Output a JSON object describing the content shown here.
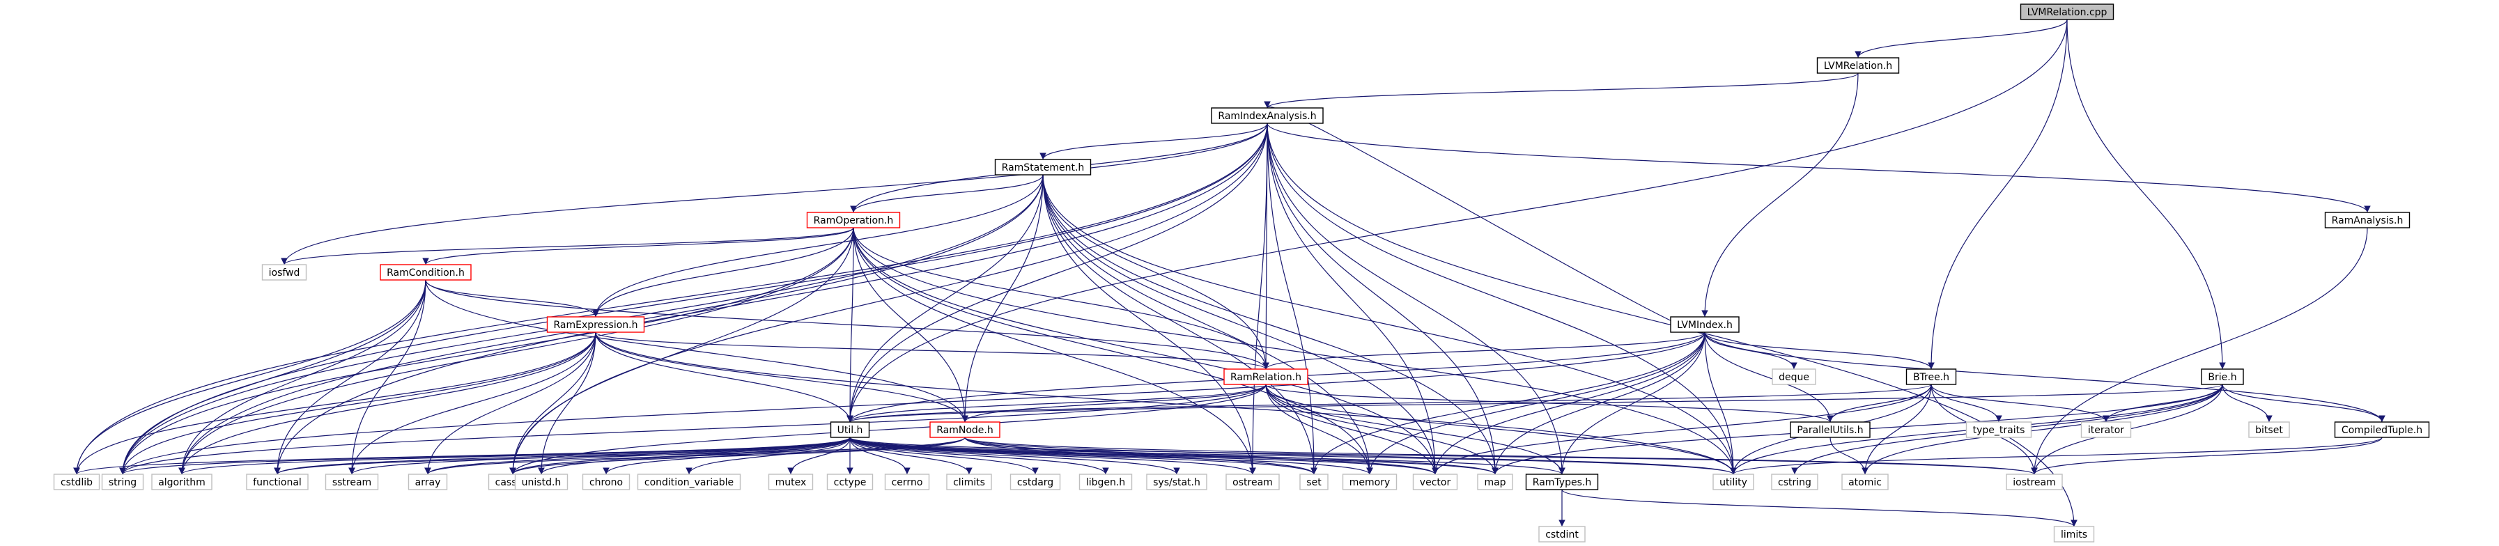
{
  "diagram": {
    "colors": {
      "edge": "#191970",
      "text": "#000000",
      "root_fill": "#bfbfbf",
      "root_border": "#000000",
      "doc_border": "#000000",
      "truncated_border": "#ff0000",
      "external_border": "#bfbfbf"
    },
    "nodes": [
      {
        "id": "LVMRelation.cpp",
        "label": "LVMRelation.cpp",
        "kind": "root"
      },
      {
        "id": "LVMRelation.h",
        "label": "LVMRelation.h",
        "kind": "doc"
      },
      {
        "id": "RamIndexAnalysis.h",
        "label": "RamIndexAnalysis.h",
        "kind": "doc"
      },
      {
        "id": "RamStatement.h",
        "label": "RamStatement.h",
        "kind": "doc"
      },
      {
        "id": "RamOperation.h",
        "label": "RamOperation.h",
        "kind": "truncated"
      },
      {
        "id": "RamCondition.h",
        "label": "RamCondition.h",
        "kind": "truncated"
      },
      {
        "id": "RamExpression.h",
        "label": "RamExpression.h",
        "kind": "truncated"
      },
      {
        "id": "RamRelation.h",
        "label": "RamRelation.h",
        "kind": "truncated"
      },
      {
        "id": "RamNode.h",
        "label": "RamNode.h",
        "kind": "truncated"
      },
      {
        "id": "Util.h",
        "label": "Util.h",
        "kind": "doc"
      },
      {
        "id": "LVMIndex.h",
        "label": "LVMIndex.h",
        "kind": "doc"
      },
      {
        "id": "BTree.h",
        "label": "BTree.h",
        "kind": "doc"
      },
      {
        "id": "Brie.h",
        "label": "Brie.h",
        "kind": "doc"
      },
      {
        "id": "ParallelUtils.h",
        "label": "ParallelUtils.h",
        "kind": "doc"
      },
      {
        "id": "CompiledTuple.h",
        "label": "CompiledTuple.h",
        "kind": "doc"
      },
      {
        "id": "RamAnalysis.h",
        "label": "RamAnalysis.h",
        "kind": "doc"
      },
      {
        "id": "RamTypes.h",
        "label": "RamTypes.h",
        "kind": "doc"
      },
      {
        "id": "iosfwd",
        "label": "iosfwd",
        "kind": "ext"
      },
      {
        "id": "deque",
        "label": "deque",
        "kind": "ext"
      },
      {
        "id": "type_traits",
        "label": "type_traits",
        "kind": "ext"
      },
      {
        "id": "iterator",
        "label": "iterator",
        "kind": "ext"
      },
      {
        "id": "bitset",
        "label": "bitset",
        "kind": "ext"
      },
      {
        "id": "cstdlib",
        "label": "cstdlib",
        "kind": "ext"
      },
      {
        "id": "string",
        "label": "string",
        "kind": "ext"
      },
      {
        "id": "algorithm",
        "label": "algorithm",
        "kind": "ext"
      },
      {
        "id": "functional",
        "label": "functional",
        "kind": "ext"
      },
      {
        "id": "sstream",
        "label": "sstream",
        "kind": "ext"
      },
      {
        "id": "array",
        "label": "array",
        "kind": "ext"
      },
      {
        "id": "cassert",
        "label": "cassert",
        "kind": "ext"
      },
      {
        "id": "unistd.h",
        "label": "unistd.h",
        "kind": "ext"
      },
      {
        "id": "chrono",
        "label": "chrono",
        "kind": "ext"
      },
      {
        "id": "condition_variable",
        "label": "condition_variable",
        "kind": "ext"
      },
      {
        "id": "mutex",
        "label": "mutex",
        "kind": "ext"
      },
      {
        "id": "cctype",
        "label": "cctype",
        "kind": "ext"
      },
      {
        "id": "cerrno",
        "label": "cerrno",
        "kind": "ext"
      },
      {
        "id": "climits",
        "label": "climits",
        "kind": "ext"
      },
      {
        "id": "cstdarg",
        "label": "cstdarg",
        "kind": "ext"
      },
      {
        "id": "libgen.h",
        "label": "libgen.h",
        "kind": "ext"
      },
      {
        "id": "sys/stat.h",
        "label": "sys/stat.h",
        "kind": "ext"
      },
      {
        "id": "ostream",
        "label": "ostream",
        "kind": "ext"
      },
      {
        "id": "set",
        "label": "set",
        "kind": "ext"
      },
      {
        "id": "memory",
        "label": "memory",
        "kind": "ext"
      },
      {
        "id": "vector",
        "label": "vector",
        "kind": "ext"
      },
      {
        "id": "map",
        "label": "map",
        "kind": "ext"
      },
      {
        "id": "utility",
        "label": "utility",
        "kind": "ext"
      },
      {
        "id": "cstring",
        "label": "cstring",
        "kind": "ext"
      },
      {
        "id": "atomic",
        "label": "atomic",
        "kind": "ext"
      },
      {
        "id": "iostream",
        "label": "iostream",
        "kind": "ext"
      },
      {
        "id": "cstdint",
        "label": "cstdint",
        "kind": "ext"
      },
      {
        "id": "limits",
        "label": "limits",
        "kind": "ext"
      }
    ],
    "edges": [
      [
        "LVMRelation.cpp",
        "LVMRelation.h"
      ],
      [
        "LVMRelation.cpp",
        "Util.h"
      ],
      [
        "LVMRelation.cpp",
        "BTree.h"
      ],
      [
        "LVMRelation.cpp",
        "Brie.h"
      ],
      [
        "LVMRelation.h",
        "RamIndexAnalysis.h"
      ],
      [
        "LVMRelation.h",
        "LVMIndex.h"
      ],
      [
        "RamIndexAnalysis.h",
        "RamStatement.h"
      ],
      [
        "RamIndexAnalysis.h",
        "RamOperation.h"
      ],
      [
        "RamIndexAnalysis.h",
        "RamRelation.h"
      ],
      [
        "RamIndexAnalysis.h",
        "RamAnalysis.h"
      ],
      [
        "RamIndexAnalysis.h",
        "RamTypes.h"
      ],
      [
        "RamIndexAnalysis.h",
        "Util.h"
      ],
      [
        "RamIndexAnalysis.h",
        "iosfwd"
      ],
      [
        "RamIndexAnalysis.h",
        "cstdlib"
      ],
      [
        "RamIndexAnalysis.h",
        "string"
      ],
      [
        "RamIndexAnalysis.h",
        "functional"
      ],
      [
        "RamIndexAnalysis.h",
        "cassert"
      ],
      [
        "RamIndexAnalysis.h",
        "ostream"
      ],
      [
        "RamIndexAnalysis.h",
        "set"
      ],
      [
        "RamIndexAnalysis.h",
        "vector"
      ],
      [
        "RamIndexAnalysis.h",
        "map"
      ],
      [
        "RamIndexAnalysis.h",
        "utility"
      ],
      [
        "RamIndexAnalysis.h",
        "limits"
      ],
      [
        "RamStatement.h",
        "RamOperation.h"
      ],
      [
        "RamStatement.h",
        "RamExpression.h"
      ],
      [
        "RamStatement.h",
        "RamRelation.h"
      ],
      [
        "RamStatement.h",
        "RamNode.h"
      ],
      [
        "RamStatement.h",
        "Util.h"
      ],
      [
        "RamStatement.h",
        "string"
      ],
      [
        "RamStatement.h",
        "algorithm"
      ],
      [
        "RamStatement.h",
        "ostream"
      ],
      [
        "RamStatement.h",
        "set"
      ],
      [
        "RamStatement.h",
        "vector"
      ],
      [
        "RamStatement.h",
        "memory"
      ],
      [
        "RamStatement.h",
        "map"
      ],
      [
        "RamStatement.h",
        "utility"
      ],
      [
        "RamOperation.h",
        "RamCondition.h"
      ],
      [
        "RamOperation.h",
        "RamExpression.h"
      ],
      [
        "RamOperation.h",
        "RamRelation.h"
      ],
      [
        "RamOperation.h",
        "RamNode.h"
      ],
      [
        "RamOperation.h",
        "Util.h"
      ],
      [
        "RamOperation.h",
        "iosfwd"
      ],
      [
        "RamOperation.h",
        "string"
      ],
      [
        "RamOperation.h",
        "cassert"
      ],
      [
        "RamOperation.h",
        "vector"
      ],
      [
        "RamOperation.h",
        "memory"
      ],
      [
        "RamOperation.h",
        "utility"
      ],
      [
        "RamOperation.h",
        "algorithm"
      ],
      [
        "RamOperation.h",
        "ostream"
      ],
      [
        "RamCondition.h",
        "RamExpression.h"
      ],
      [
        "RamCondition.h",
        "RamRelation.h"
      ],
      [
        "RamCondition.h",
        "RamNode.h"
      ],
      [
        "RamCondition.h",
        "cstdlib"
      ],
      [
        "RamCondition.h",
        "string"
      ],
      [
        "RamCondition.h",
        "algorithm"
      ],
      [
        "RamCondition.h",
        "sstream"
      ],
      [
        "RamCondition.h",
        "functional"
      ],
      [
        "RamExpression.h",
        "RamRelation.h"
      ],
      [
        "RamExpression.h",
        "RamNode.h"
      ],
      [
        "RamExpression.h",
        "Util.h"
      ],
      [
        "RamExpression.h",
        "cstdlib"
      ],
      [
        "RamExpression.h",
        "string"
      ],
      [
        "RamExpression.h",
        "algorithm"
      ],
      [
        "RamExpression.h",
        "array"
      ],
      [
        "RamExpression.h",
        "sstream"
      ],
      [
        "RamExpression.h",
        "unistd.h"
      ],
      [
        "RamExpression.h",
        "cassert"
      ],
      [
        "RamExpression.h",
        "utility"
      ],
      [
        "RamRelation.h",
        "RamNode.h"
      ],
      [
        "RamRelation.h",
        "Util.h"
      ],
      [
        "RamRelation.h",
        "RamTypes.h"
      ],
      [
        "RamRelation.h",
        "ParallelUtils.h"
      ],
      [
        "RamRelation.h",
        "string"
      ],
      [
        "RamRelation.h",
        "cassert"
      ],
      [
        "RamRelation.h",
        "vector"
      ],
      [
        "RamRelation.h",
        "memory"
      ],
      [
        "RamRelation.h",
        "map"
      ],
      [
        "RamRelation.h",
        "utility"
      ],
      [
        "RamNode.h",
        "cassert"
      ],
      [
        "RamNode.h",
        "array"
      ],
      [
        "RamNode.h",
        "set"
      ],
      [
        "RamNode.h",
        "iostream"
      ],
      [
        "RamNode.h",
        "map"
      ],
      [
        "RamNode.h",
        "vector"
      ],
      [
        "RamNode.h",
        "utility"
      ],
      [
        "RamNode.h",
        "functional"
      ],
      [
        "Util.h",
        "RamTypes.h"
      ],
      [
        "Util.h",
        "cstdlib"
      ],
      [
        "Util.h",
        "string"
      ],
      [
        "Util.h",
        "algorithm"
      ],
      [
        "Util.h",
        "functional"
      ],
      [
        "Util.h",
        "sstream"
      ],
      [
        "Util.h",
        "array"
      ],
      [
        "Util.h",
        "cassert"
      ],
      [
        "Util.h",
        "unistd.h"
      ],
      [
        "Util.h",
        "chrono"
      ],
      [
        "Util.h",
        "condition_variable"
      ],
      [
        "Util.h",
        "mutex"
      ],
      [
        "Util.h",
        "cctype"
      ],
      [
        "Util.h",
        "cerrno"
      ],
      [
        "Util.h",
        "climits"
      ],
      [
        "Util.h",
        "cstdarg"
      ],
      [
        "Util.h",
        "libgen.h"
      ],
      [
        "Util.h",
        "sys/stat.h"
      ],
      [
        "Util.h",
        "ostream"
      ],
      [
        "Util.h",
        "set"
      ],
      [
        "Util.h",
        "memory"
      ],
      [
        "Util.h",
        "vector"
      ],
      [
        "Util.h",
        "map"
      ],
      [
        "Util.h",
        "utility"
      ],
      [
        "Util.h",
        "iostream"
      ],
      [
        "LVMIndex.h",
        "RamIndexAnalysis.h"
      ],
      [
        "LVMIndex.h",
        "RamRelation.h"
      ],
      [
        "LVMIndex.h",
        "BTree.h"
      ],
      [
        "LVMIndex.h",
        "CompiledTuple.h"
      ],
      [
        "LVMIndex.h",
        "ParallelUtils.h"
      ],
      [
        "LVMIndex.h",
        "RamTypes.h"
      ],
      [
        "LVMIndex.h",
        "Util.h"
      ],
      [
        "LVMIndex.h",
        "deque"
      ],
      [
        "LVMIndex.h",
        "memory"
      ],
      [
        "LVMIndex.h",
        "vector"
      ],
      [
        "LVMIndex.h",
        "map"
      ],
      [
        "LVMIndex.h",
        "set"
      ],
      [
        "LVMIndex.h",
        "utility"
      ],
      [
        "LVMIndex.h",
        "string"
      ],
      [
        "BTree.h",
        "ParallelUtils.h"
      ],
      [
        "BTree.h",
        "Util.h"
      ],
      [
        "BTree.h",
        "type_traits"
      ],
      [
        "BTree.h",
        "iterator"
      ],
      [
        "BTree.h",
        "iostream"
      ],
      [
        "BTree.h",
        "vector"
      ],
      [
        "BTree.h",
        "utility"
      ],
      [
        "BTree.h",
        "atomic"
      ],
      [
        "Brie.h",
        "CompiledTuple.h"
      ],
      [
        "Brie.h",
        "Util.h"
      ],
      [
        "Brie.h",
        "iterator"
      ],
      [
        "Brie.h",
        "bitset"
      ],
      [
        "Brie.h",
        "iostream"
      ],
      [
        "Brie.h",
        "utility"
      ],
      [
        "Brie.h",
        "atomic"
      ],
      [
        "Brie.h",
        "map"
      ],
      [
        "Brie.h",
        "cstring"
      ],
      [
        "ParallelUtils.h",
        "atomic"
      ],
      [
        "CompiledTuple.h",
        "utility"
      ],
      [
        "CompiledTuple.h",
        "iostream"
      ],
      [
        "RamAnalysis.h",
        "iostream"
      ],
      [
        "RamTypes.h",
        "cstdint"
      ],
      [
        "RamTypes.h",
        "limits"
      ]
    ]
  }
}
